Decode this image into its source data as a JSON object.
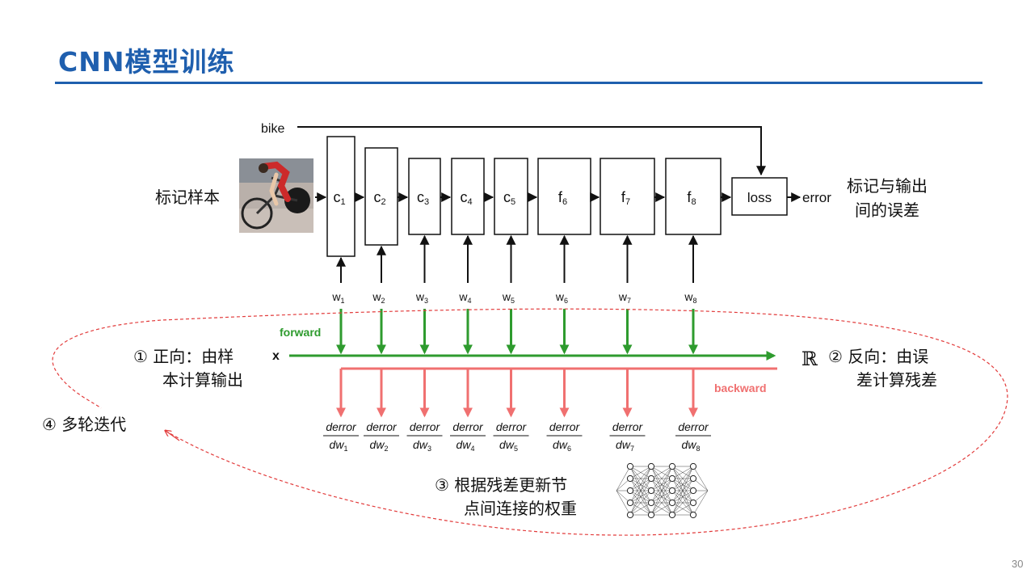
{
  "slide": {
    "title": "CNN模型训练",
    "page_number": "30"
  },
  "diagram": {
    "label_bike": "bike",
    "sample_label": "标记样本",
    "x_label": "x",
    "layers": [
      {
        "name": "c",
        "sub": "1"
      },
      {
        "name": "c",
        "sub": "2"
      },
      {
        "name": "c",
        "sub": "3"
      },
      {
        "name": "c",
        "sub": "4"
      },
      {
        "name": "c",
        "sub": "5"
      },
      {
        "name": "f",
        "sub": "6"
      },
      {
        "name": "f",
        "sub": "7"
      },
      {
        "name": "f",
        "sub": "8"
      }
    ],
    "weights": [
      {
        "name": "w",
        "sub": "1"
      },
      {
        "name": "w",
        "sub": "2"
      },
      {
        "name": "w",
        "sub": "3"
      },
      {
        "name": "w",
        "sub": "4"
      },
      {
        "name": "w",
        "sub": "5"
      },
      {
        "name": "w",
        "sub": "6"
      },
      {
        "name": "w",
        "sub": "7"
      },
      {
        "name": "w",
        "sub": "8"
      }
    ],
    "gradients": [
      {
        "num": "derror",
        "den": "dw",
        "sub": "1"
      },
      {
        "num": "derror",
        "den": "dw",
        "sub": "2"
      },
      {
        "num": "derror",
        "den": "dw",
        "sub": "3"
      },
      {
        "num": "derror",
        "den": "dw",
        "sub": "4"
      },
      {
        "num": "derror",
        "den": "dw",
        "sub": "5"
      },
      {
        "num": "derror",
        "den": "dw",
        "sub": "6"
      },
      {
        "num": "derror",
        "den": "dw",
        "sub": "7"
      },
      {
        "num": "derror",
        "den": "dw",
        "sub": "8"
      }
    ],
    "loss_label": "loss",
    "error_label": "error",
    "error_desc_line1": "标记与输出",
    "error_desc_line2": "间的误差",
    "forward_label": "forward",
    "backward_label": "backward",
    "real_symbol": "ℝ",
    "step1_line1": "① 正向：由样",
    "step1_line2": "本计算输出",
    "step2_line1": "② 反向：由误",
    "step2_line2": "差计算残差",
    "step3_line1": "③ 根据残差更新节",
    "step3_line2": "点间连接的权重",
    "step4": "④ 多轮迭代",
    "colors": {
      "title": "#1f5fae",
      "forward": "#2e9b2e",
      "backward": "#f07070",
      "loop": "#e23b3b"
    }
  }
}
